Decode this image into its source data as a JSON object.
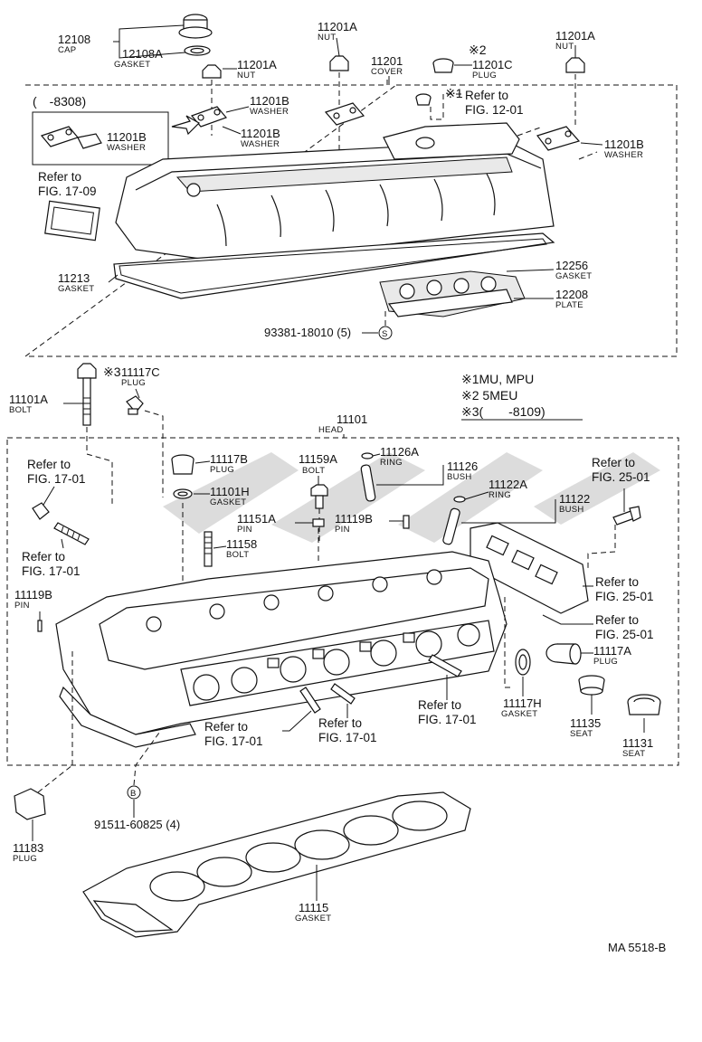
{
  "watermark": "",
  "footer_code": "MA 5518-B",
  "notes": {
    "n1": "※1MU, MPU",
    "n2": "※2 5MEU",
    "n3": "※3(　　-8109)",
    "inset_range": "(　-8308)",
    "star1": "※1",
    "star2": "※2",
    "star3": "※3"
  },
  "parts": {
    "p12108": {
      "number": "12108",
      "name": "CAP"
    },
    "p12108A": {
      "number": "12108A",
      "name": "GASKET"
    },
    "p11201A_top": {
      "number": "11201A",
      "name": "NUT"
    },
    "p11201A_left": {
      "number": "11201A",
      "name": "NUT"
    },
    "p11201A_right": {
      "number": "11201A",
      "name": "NUT"
    },
    "p11201": {
      "number": "11201",
      "name": "COVER"
    },
    "p11201C": {
      "number": "11201C",
      "name": "PLUG"
    },
    "p11201B_a": {
      "number": "11201B",
      "name": "WASHER"
    },
    "p11201B_b": {
      "number": "11201B",
      "name": "WASHER"
    },
    "p11201B_inset": {
      "number": "11201B",
      "name": "WASHER"
    },
    "p11201B_right": {
      "number": "11201B",
      "name": "WASHER"
    },
    "p11213": {
      "number": "11213",
      "name": "GASKET"
    },
    "p12256": {
      "number": "12256",
      "name": "GASKET"
    },
    "p12208": {
      "number": "12208",
      "name": "PLATE"
    },
    "p93381": {
      "number": "93381-18010 (5)",
      "name": ""
    },
    "p11101A": {
      "number": "11101A",
      "name": "BOLT"
    },
    "p11117C": {
      "number": "11117C",
      "name": "PLUG"
    },
    "p11101": {
      "number": "11101",
      "name": "HEAD"
    },
    "p11117B": {
      "number": "11117B",
      "name": "PLUG"
    },
    "p11101H": {
      "number": "11101H",
      "name": "GASKET"
    },
    "p11159A": {
      "number": "11159A",
      "name": "BOLT"
    },
    "p11126A": {
      "number": "11126A",
      "name": "RING"
    },
    "p11126": {
      "number": "11126",
      "name": "BUSH"
    },
    "p11122A": {
      "number": "11122A",
      "name": "RING"
    },
    "p11122": {
      "number": "11122",
      "name": "BUSH"
    },
    "p11151A": {
      "number": "11151A",
      "name": "PIN"
    },
    "p11119B_mid": {
      "number": "11119B",
      "name": "PIN"
    },
    "p11119B_left": {
      "number": "11119B",
      "name": "PIN"
    },
    "p11158": {
      "number": "11158",
      "name": "BOLT"
    },
    "p11117A": {
      "number": "11117A",
      "name": "PLUG"
    },
    "p11117H": {
      "number": "11117H",
      "name": "GASKET"
    },
    "p11135": {
      "number": "11135",
      "name": "SEAT"
    },
    "p11131": {
      "number": "11131",
      "name": "SEAT"
    },
    "p11183": {
      "number": "11183",
      "name": "PLUG"
    },
    "p91511": {
      "number": "91511-60825 (4)",
      "name": ""
    },
    "p11115": {
      "number": "11115",
      "name": "GASKET"
    }
  },
  "circle_marks": {
    "s": "S",
    "b": "B"
  },
  "refs": {
    "r_12_01": {
      "l1": "Refer to",
      "l2": "FIG. 12-01"
    },
    "r_17_09": {
      "l1": "Refer to",
      "l2": "FIG. 17-09"
    },
    "r_17_01_a": {
      "l1": "Refer to",
      "l2": "FIG. 17-01"
    },
    "r_17_01_b": {
      "l1": "Refer to",
      "l2": "FIG. 17-01"
    },
    "r_25_01_a": {
      "l1": "Refer to",
      "l2": "FIG. 25-01"
    },
    "r_25_01_b": {
      "l1": "Refer to",
      "l2": "FIG. 25-01"
    },
    "r_25_01_c": {
      "l1": "Refer to",
      "l2": "FIG. 25-01"
    },
    "r_17_01_c": {
      "l1": "Refer to",
      "l2": "FIG. 17-01"
    },
    "r_17_01_d": {
      "l1": "Refer to",
      "l2": "FIG. 17-01"
    },
    "r_17_01_e": {
      "l1": "Refer to",
      "l2": "FIG. 17-01"
    }
  }
}
